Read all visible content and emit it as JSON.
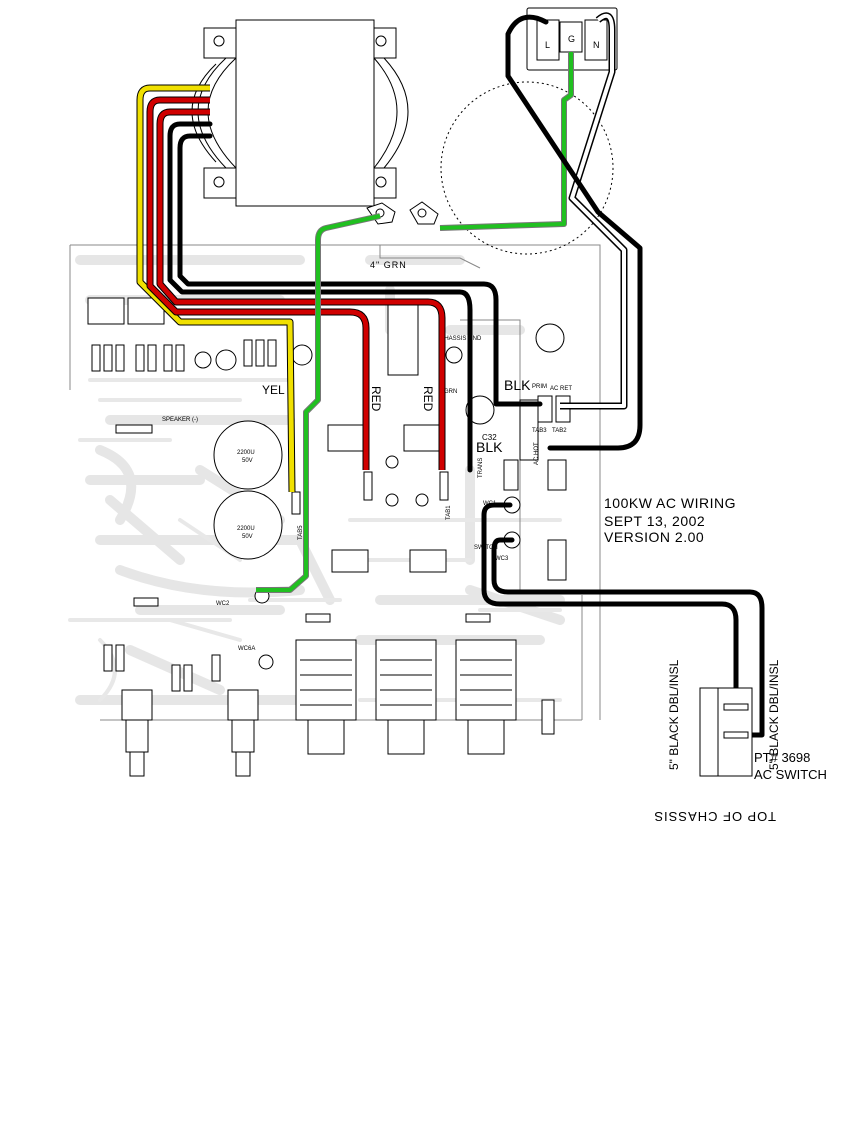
{
  "title": {
    "line1": "100KW  AC  WIRING",
    "line2": "SEPT 13, 2002",
    "line3": "VERSION 2.00"
  },
  "wires": {
    "grn_4in": "4\" GRN",
    "yel": "YEL",
    "red_1": "RED",
    "red_2": "RED",
    "blk_1": "BLK",
    "blk_2": "BLK",
    "grn_small": "GRN",
    "blk_dbl_1": "5\" BLACK DBL/INSL",
    "blk_dbl_2": "5\" BLACK DBL/INSL"
  },
  "switch": {
    "part": "PT# 3698",
    "name": "AC SWITCH"
  },
  "footer": "TOP OF CHASSIS",
  "board_labels": {
    "speaker": "SPEAKER (-)",
    "cap1_value": "2200U",
    "cap1_volt": "50V",
    "cap2_value": "2200U",
    "cap2_volt": "50V",
    "wc2": "WC2",
    "wc6a": "WC6A",
    "c32": "C32",
    "tab3": "TAB3",
    "tab2": "TAB2",
    "ac_hot": "AC HOT",
    "prim_ret": "PRIM",
    "ac_ret": "AC RET",
    "trans": "TRANS",
    "wc1": "WC1",
    "wc3": "WC3",
    "ac_switch": "SWITCH",
    "chassis_gnd": "CHASSIS GND",
    "tab1": "TAB1",
    "tab5": "TAB5"
  },
  "ac_inlet": {
    "l": "L",
    "g": "G",
    "n": "N"
  }
}
